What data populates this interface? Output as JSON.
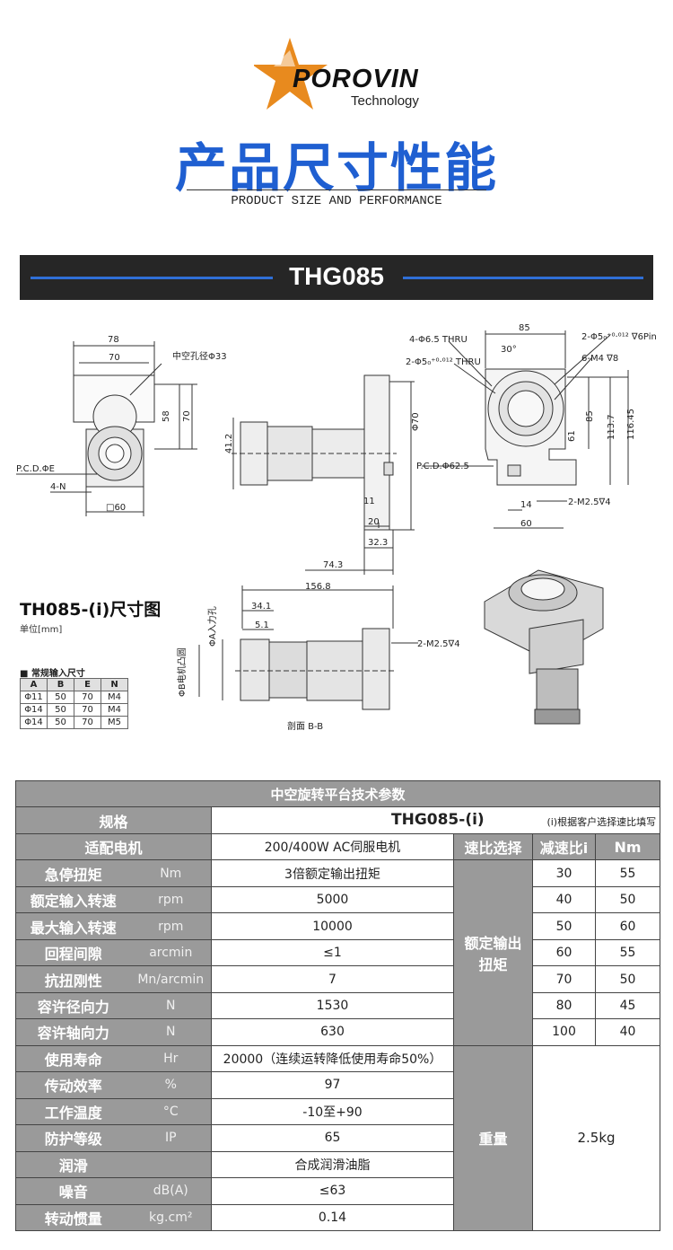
{
  "brand": {
    "name": "POROVIN",
    "sub": "Technology"
  },
  "heading": {
    "cn": "产品尺寸性能",
    "en": "PRODUCT SIZE AND PERFORMANCE"
  },
  "model_bar": "THG085",
  "drawing": {
    "front": {
      "d78": "78",
      "d70": "70",
      "hole": "中空孔径Φ33",
      "d58": "58",
      "d70v": "70",
      "pcd": "P.C.D.ΦE",
      "n": "4-N",
      "sq60": "□60"
    },
    "side": {
      "d41": "41.2",
      "phi70": "Φ70",
      "d11": "11",
      "d20": "20",
      "d323": "32.3",
      "d743": "74.3"
    },
    "right": {
      "d85": "85",
      "hole65": "4-Φ6.5 THRU",
      "pin": "2-Φ5₀⁺⁰·⁰¹² ∇6Pin",
      "hole5": "2-Φ5₀⁺⁰·⁰¹² THRU",
      "ang": "30°",
      "m4": "6-M4 ∇8",
      "d85v": "85",
      "d61": "61",
      "d1137": "113.7",
      "d11645": "116.45",
      "pcd": "P.C.D.Φ62.5",
      "d14": "14",
      "m25": "2-M2.5∇4",
      "d60": "60"
    },
    "section": {
      "d1568": "156.8",
      "d341": "34.1",
      "d51": "5.1",
      "phia": "ΦA入力孔",
      "phib": "ΦB电机凸圆",
      "m25": "2-M2.5∇4",
      "cap": "剖面  B-B"
    }
  },
  "dim_title": "TH085-(i)尺寸图",
  "dim_unit": "单位[mm]",
  "input_table": {
    "title": "常规输入尺寸",
    "headers": [
      "A",
      "B",
      "E",
      "N"
    ],
    "rows": [
      [
        "Φ11",
        "50",
        "70",
        "M4"
      ],
      [
        "Φ14",
        "50",
        "70",
        "M4"
      ],
      [
        "Φ14",
        "50",
        "70",
        "M5"
      ]
    ]
  },
  "spec": {
    "title": "中空旋转平台技术参数",
    "model_label": "规格",
    "model": "THG085-(i)",
    "model_note": "(i)根据客户选择速比填写",
    "motor_label": "适配电机",
    "motor": "200/400W AC伺服电机",
    "ratio_label": "速比选择",
    "reduction_label": "减速比i",
    "nm_label": "Nm",
    "rated_label": "额定输出扭矩",
    "rows": [
      {
        "label": "急停扭矩",
        "unit": "Nm",
        "value": "3倍额定输出扭矩"
      },
      {
        "label": "额定输入转速",
        "unit": "rpm",
        "value": "5000"
      },
      {
        "label": "最大输入转速",
        "unit": "rpm",
        "value": "10000"
      },
      {
        "label": "回程间隙",
        "unit": "arcmin",
        "value": "≤1"
      },
      {
        "label": "抗扭刚性",
        "unit": "Mn/arcmin",
        "value": "7"
      },
      {
        "label": "容许径向力",
        "unit": "N",
        "value": "1530"
      },
      {
        "label": "容许轴向力",
        "unit": "N",
        "value": "630"
      },
      {
        "label": "使用寿命",
        "unit": "Hr",
        "value": "20000（连续运转降低使用寿命50%）"
      },
      {
        "label": "传动效率",
        "unit": "%",
        "value": "97"
      },
      {
        "label": "工作温度",
        "unit": "°C",
        "value": "-10至+90"
      },
      {
        "label": "防护等级",
        "unit": "IP",
        "value": "65"
      },
      {
        "label": "润滑",
        "unit": "",
        "value": "合成润滑油脂"
      },
      {
        "label": "噪音",
        "unit": "dB(A)",
        "value": "≤63"
      },
      {
        "label": "转动惯量",
        "unit": "kg.cm²",
        "value": "0.14"
      }
    ],
    "ratios": [
      [
        "30",
        "55"
      ],
      [
        "40",
        "50"
      ],
      [
        "50",
        "60"
      ],
      [
        "60",
        "55"
      ],
      [
        "70",
        "50"
      ],
      [
        "80",
        "45"
      ],
      [
        "100",
        "40"
      ]
    ],
    "weight_label": "重量",
    "weight": "2.5kg"
  }
}
